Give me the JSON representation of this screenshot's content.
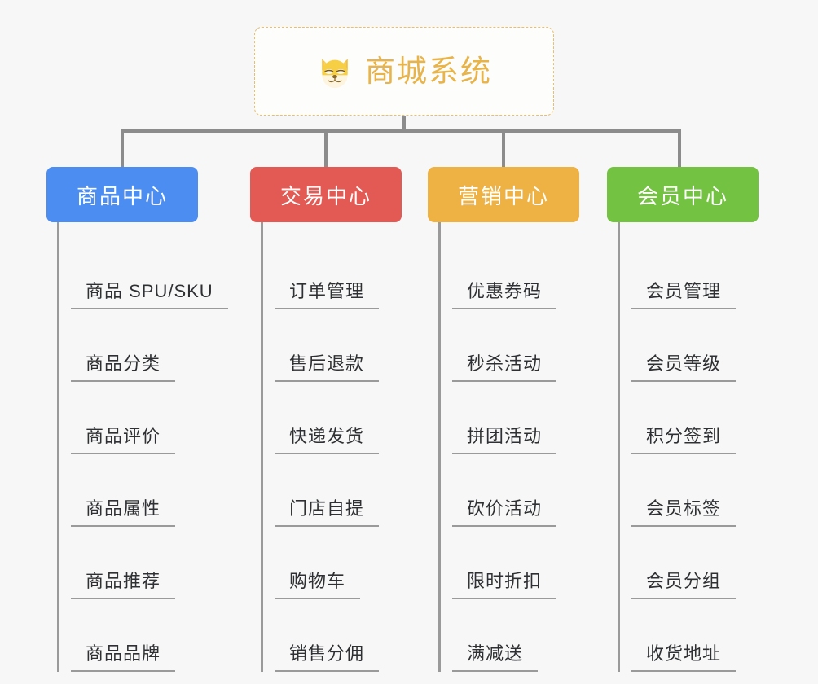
{
  "background_color": "#f7f7f7",
  "root": {
    "icon": "shiba-inu-dog-face-icon",
    "title": "商城系统",
    "text_color": "#e8b44a",
    "border_color": "#e9be6e",
    "background_color": "#fdfdfb"
  },
  "connector_color": "#8c8c8c",
  "branches": [
    {
      "header": "商品中心",
      "color": "#4b8df0",
      "items": [
        "商品 SPU/SKU",
        "商品分类",
        "商品评价",
        "商品属性",
        "商品推荐",
        "商品品牌"
      ]
    },
    {
      "header": "交易中心",
      "color": "#e25a53",
      "items": [
        "订单管理",
        "售后退款",
        "快递发货",
        "门店自提",
        "购物车",
        "销售分佣"
      ]
    },
    {
      "header": "营销中心",
      "color": "#eeb144",
      "items": [
        "优惠券码",
        "秒杀活动",
        "拼团活动",
        "砍价活动",
        "限时折扣",
        "满减送"
      ]
    },
    {
      "header": "会员中心",
      "color": "#73c241",
      "items": [
        "会员管理",
        "会员等级",
        "积分签到",
        "会员标签",
        "会员分组",
        "收货地址"
      ]
    }
  ]
}
